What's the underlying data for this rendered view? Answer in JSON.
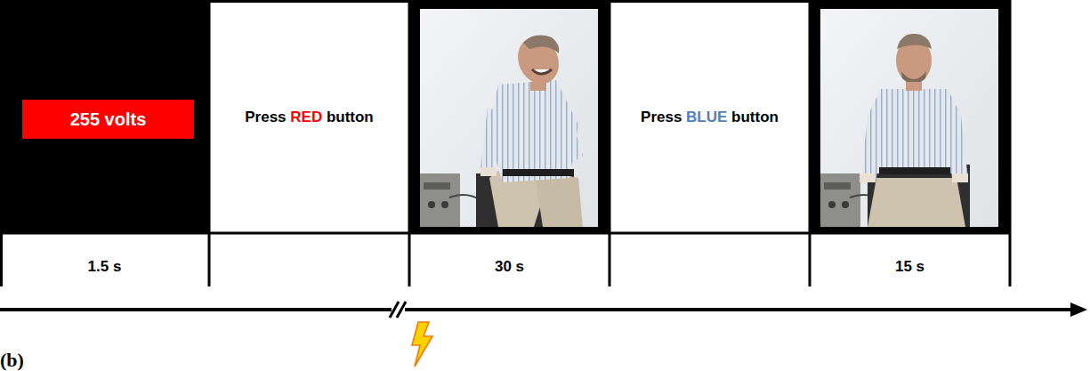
{
  "diagram": {
    "nodes": [
      {
        "text": [
          "255 volts"
        ]
      },
      {
        "text": [
          "Press RED button"
        ]
      },
      {
        "text": [
          "Press BLUE button"
        ]
      }
    ],
    "labels": [
      "1.5 s",
      "30 s",
      "15 s",
      "(b)"
    ]
  }
}
